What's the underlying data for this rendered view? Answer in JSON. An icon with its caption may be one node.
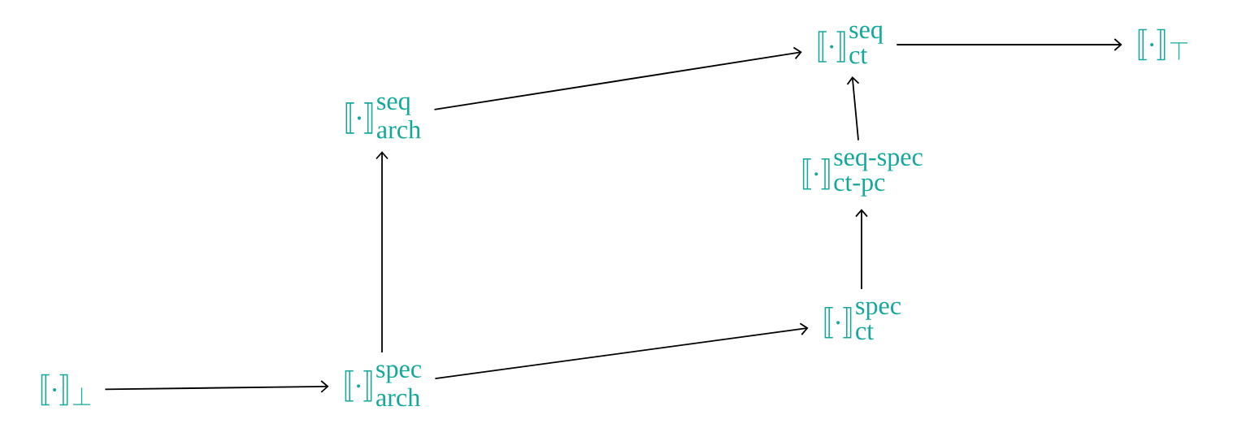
{
  "diagram": {
    "nodes": [
      {
        "text": [
          "\\llbracket \\cdot \\rrbracket_{\\bot}"
        ]
      },
      {
        "text": [
          "\\llbracket \\cdot \\rrbracket^{\\mathrm{spec}}_{\\mathrm{arch}}"
        ]
      },
      {
        "text": [
          "\\llbracket \\cdot \\rrbracket^{\\mathrm{seq}}_{\\mathrm{arch}}"
        ]
      },
      {
        "text": [
          "\\llbracket \\cdot \\rrbracket^{\\mathrm{seq}}_{\\mathrm{ct}}"
        ]
      },
      {
        "text": [
          "\\llbracket \\cdot \\rrbracket^{\\mathrm{seq\\text{-}spec}}_{\\mathrm{ct\\text{-}pc}}"
        ]
      },
      {
        "text": [
          "\\llbracket \\cdot \\rrbracket^{\\mathrm{spec}}_{\\mathrm{ct}}"
        ]
      },
      {
        "text": [
          "\\llbracket \\cdot \\rrbracket_{\\top}"
        ]
      }
    ],
    "edges": [
      {
        "from": 0,
        "to": 1,
        "arrow": "to"
      },
      {
        "from": 1,
        "to": 2,
        "arrow": "to"
      },
      {
        "from": 1,
        "to": 5,
        "arrow": "to"
      },
      {
        "from": 2,
        "to": 3,
        "arrow": "to"
      },
      {
        "from": 5,
        "to": 4,
        "arrow": "to"
      },
      {
        "from": 4,
        "to": 3,
        "arrow": "to"
      },
      {
        "from": 3,
        "to": 6,
        "arrow": "to"
      }
    ]
  }
}
